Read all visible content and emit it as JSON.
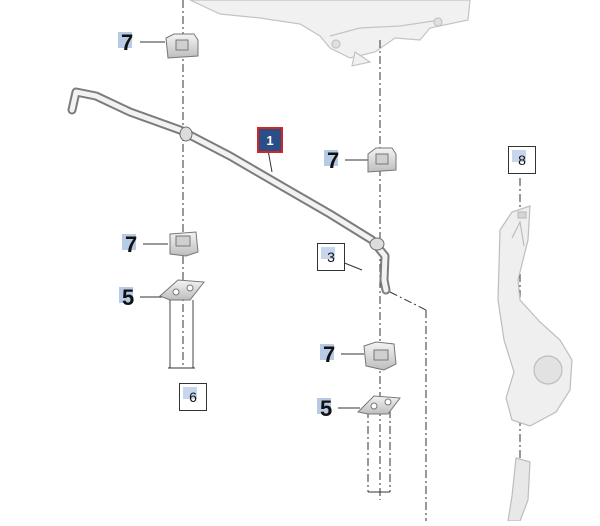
{
  "diagram": {
    "callouts": {
      "part_1": "1",
      "part_3": "3",
      "part_5_left": "5",
      "part_5_right": "5",
      "part_6": "6",
      "part_7_top_left": "7",
      "part_7_top_right": "7",
      "part_7_mid_left": "7",
      "part_7_mid_right": "7",
      "part_8": "8"
    },
    "colors": {
      "highlight_fill": "#2a4f86",
      "highlight_border": "#d42424",
      "callout_tint": "#b8cbe6",
      "part_line": "#8a8a8a",
      "part_fill": "#e6e6e6"
    }
  }
}
